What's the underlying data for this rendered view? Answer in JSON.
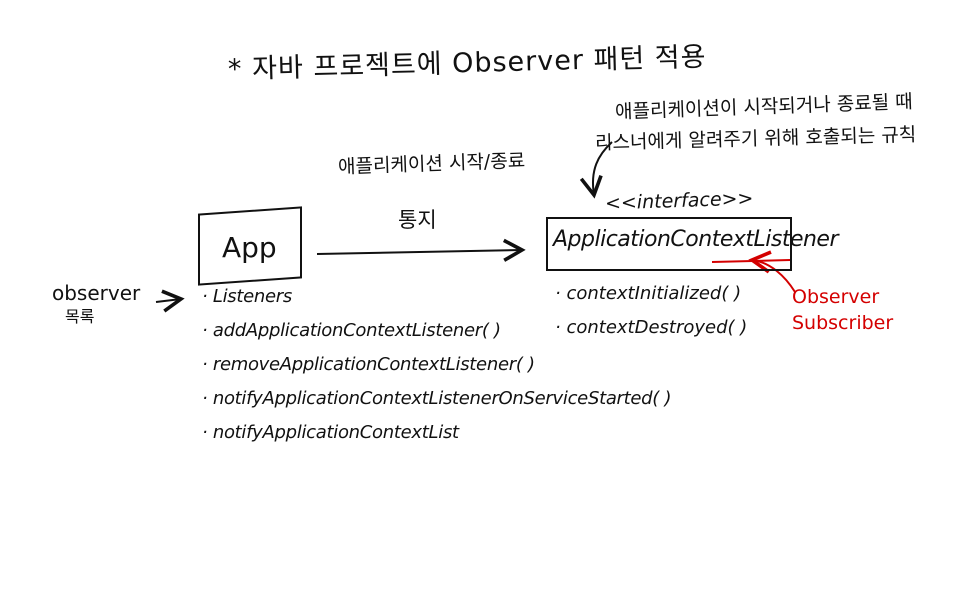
{
  "title": "* 자바 프로젝트에 Observer 패턴 적용",
  "note": {
    "line1": "애플리케이션이 시작되거나 종료될 때",
    "line2": "리스너에게 알려주기 위해 호출되는 규칙"
  },
  "arrow_label": {
    "line1": "애플리케이션 시작/종료",
    "line2": "통지"
  },
  "app_box": {
    "label": "App"
  },
  "observer_label": {
    "line1": "observer",
    "line2": "목록"
  },
  "app_methods": [
    "· Listeners",
    "· addApplicationContextListener( )",
    "· removeApplicationContextListener( )",
    "· notifyApplicationContextListenerOnServiceStarted( )",
    "· notifyApplicationContextList"
  ],
  "interface_tag": "<<interface>>",
  "listener_box": {
    "label": "ApplicationContextListener"
  },
  "listener_methods": [
    "· contextInitialized( )",
    "· contextDestroyed( )"
  ],
  "subscriber_label": {
    "line1": "Observer",
    "line2": "Subscriber"
  },
  "colors": {
    "ink": "#111111",
    "accent": "#d40000"
  }
}
